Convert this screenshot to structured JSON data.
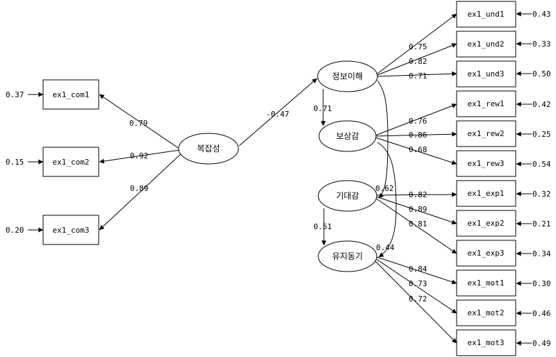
{
  "latent": {
    "complexity": "복잡성",
    "info": "정보이해",
    "reward": "보상감",
    "expect": "기대감",
    "motive": "유지동기"
  },
  "observed": {
    "com1": "ex1_com1",
    "com2": "ex1_com2",
    "com3": "ex1_com3",
    "und1": "ex1_und1",
    "und2": "ex1_und2",
    "und3": "ex1_und3",
    "rew1": "ex1_rew1",
    "rew2": "ex1_rew2",
    "rew3": "ex1_rew3",
    "exp1": "ex1_exp1",
    "exp2": "ex1_exp2",
    "exp3": "ex1_exp3",
    "mot1": "ex1_mot1",
    "mot2": "ex1_mot2",
    "mot3": "ex1_mot3"
  },
  "errors": {
    "com1": "0.37",
    "com2": "0.15",
    "com3": "0.20",
    "und1": "0.43",
    "und2": "0.33",
    "und3": "0.50",
    "rew1": "0.42",
    "rew2": "0.25",
    "rew3": "0.54",
    "exp1": "0.32",
    "exp2": "0.21",
    "exp3": "0.34",
    "mot1": "0.30",
    "mot2": "0.46",
    "mot3": "0.49"
  },
  "loadings": {
    "com1": "0.79",
    "com2": "0.92",
    "com3": "0.89",
    "und1": "0.75",
    "und2": "0.82",
    "und3": "0.71",
    "rew1": "0.76",
    "rew2": "0.86",
    "rew3": "0.68",
    "exp1": "0.82",
    "exp2": "0.89",
    "exp3": "0.81",
    "mot1": "0.84",
    "mot2": "0.73",
    "mot3": "0.72"
  },
  "paths": {
    "complexity_to_info": "-0.47",
    "info_to_reward": "0.71",
    "expect_to_motive": "0.51",
    "info_to_expect": "0.62",
    "reward_to_motive": "0.44"
  }
}
